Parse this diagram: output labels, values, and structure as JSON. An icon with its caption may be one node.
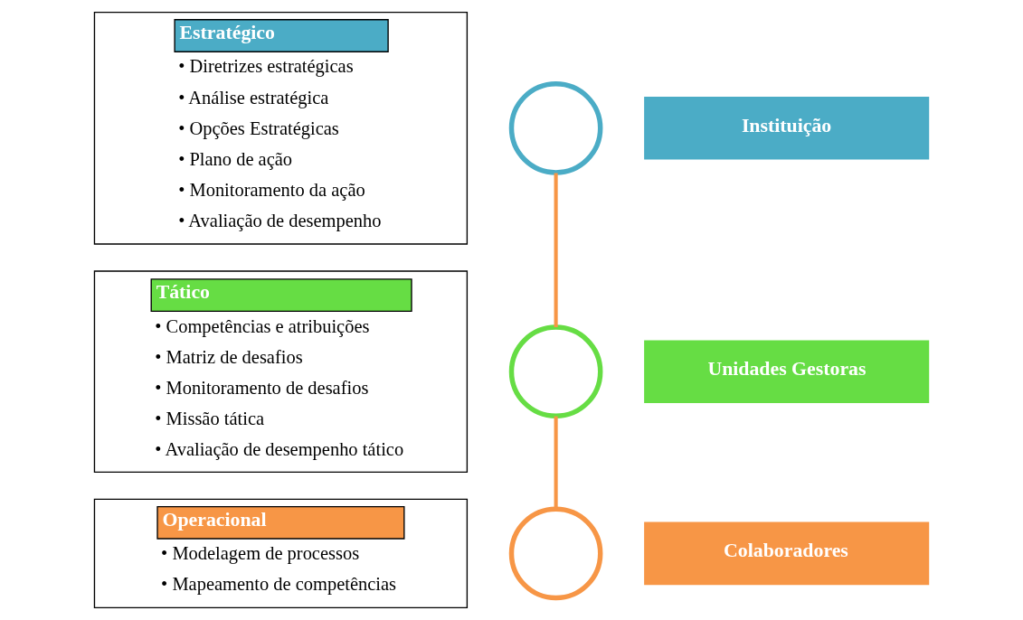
{
  "diagram": {
    "nodes": [
      {
        "text": [
          "Estratégico",
          "• Diretrizes estratégicas",
          "• Análise estratégica",
          "• Opções Estratégicas",
          "• Plano de ação",
          "• Monitoramento da ação",
          "• Avaliação de desempenho"
        ]
      },
      {
        "text": [],
        "shape": "circle"
      },
      {
        "text": [
          "Instituição"
        ]
      },
      {
        "text": [
          "Tático",
          "• Competências e atribuições",
          "• Matriz de desafios",
          "• Monitoramento de desafios",
          "• Missão tática",
          "• Avaliação de desempenho tático"
        ]
      },
      {
        "text": [],
        "shape": "circle"
      },
      {
        "text": [
          "Unidades Gestoras"
        ]
      },
      {
        "text": [
          "Operacional",
          "• Modelagem de processos",
          "• Mapeamento de competências"
        ]
      },
      {
        "text": [],
        "shape": "circle"
      },
      {
        "text": [
          "Colaboradores"
        ]
      }
    ],
    "edges": [
      {
        "from": 1,
        "to": 4,
        "arrow": "none"
      },
      {
        "from": 4,
        "to": 7,
        "arrow": "none"
      }
    ]
  }
}
